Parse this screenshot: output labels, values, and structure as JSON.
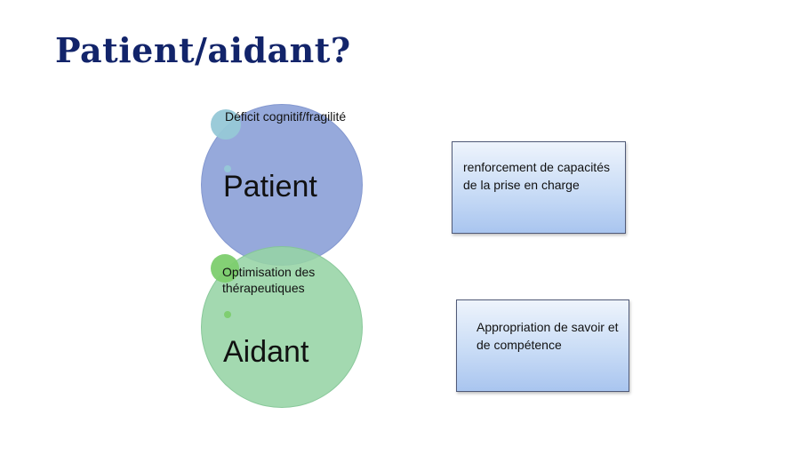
{
  "slide": {
    "title": "Patient/aidant?"
  },
  "diagram": {
    "patient": {
      "label": "Patient",
      "detail": "Déficit cognitif/fragilité",
      "color": "#879dd6"
    },
    "aidant": {
      "label": "Aidant",
      "detail": "Optimisation des thérapeutiques",
      "color": "#96d4a5"
    },
    "boxes": [
      {
        "text": "renforcement de capacités de la prise en charge"
      },
      {
        "text": "Appropriation de savoir et de compétence"
      }
    ]
  },
  "colors": {
    "title": "#12246a",
    "box_border": "#505a78"
  }
}
